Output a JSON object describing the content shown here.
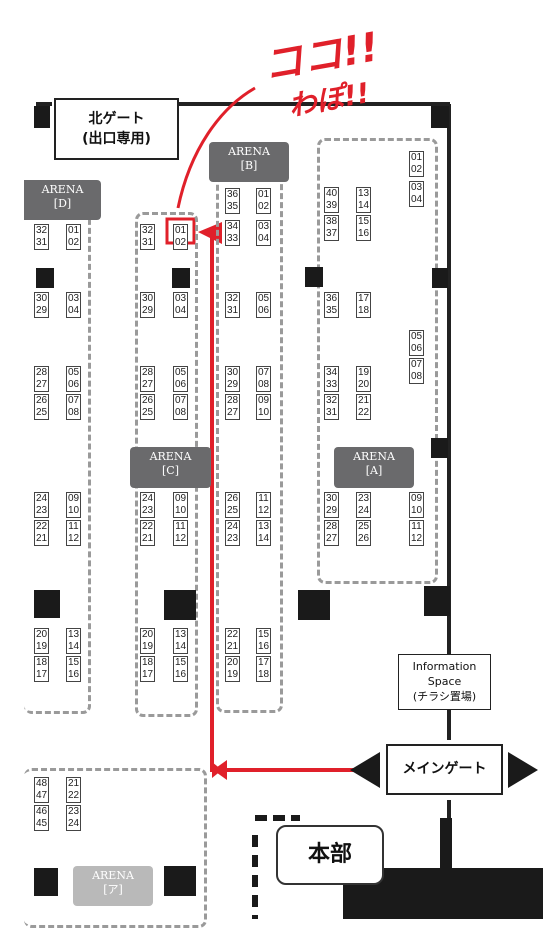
{
  "gates": {
    "north_line1": "北ゲート",
    "north_line2": "(出口専用)",
    "main": "メインゲート"
  },
  "info": {
    "line1": "Information",
    "line2": "Space",
    "line3": "(チラシ置場)"
  },
  "hq": "本部",
  "annotation": {
    "line1": "ココ!!",
    "line2": "わぽ!!"
  },
  "arenas": {
    "D": {
      "name": "ARENA",
      "code": "[D]"
    },
    "B": {
      "name": "ARENA",
      "code": "[B]"
    },
    "C": {
      "name": "ARENA",
      "code": "[C]"
    },
    "A": {
      "name": "ARENA",
      "code": "[A]"
    },
    "a": {
      "name": "ARENA",
      "code": "[ア]"
    }
  },
  "booths": [
    [
      "32",
      "31"
    ],
    [
      "01",
      "02"
    ],
    [
      "30",
      "29"
    ],
    [
      "03",
      "04"
    ],
    [
      "28",
      "27"
    ],
    [
      "05",
      "06"
    ],
    [
      "26",
      "25"
    ],
    [
      "07",
      "08"
    ],
    [
      "24",
      "23"
    ],
    [
      "09",
      "10"
    ],
    [
      "22",
      "21"
    ],
    [
      "11",
      "12"
    ],
    [
      "20",
      "19"
    ],
    [
      "13",
      "14"
    ],
    [
      "18",
      "17"
    ],
    [
      "15",
      "16"
    ],
    [
      "32",
      "31"
    ],
    [
      "01",
      "02"
    ],
    [
      "30",
      "29"
    ],
    [
      "03",
      "04"
    ],
    [
      "28",
      "27"
    ],
    [
      "05",
      "06"
    ],
    [
      "26",
      "25"
    ],
    [
      "07",
      "08"
    ],
    [
      "24",
      "23"
    ],
    [
      "09",
      "10"
    ],
    [
      "22",
      "21"
    ],
    [
      "11",
      "12"
    ],
    [
      "20",
      "19"
    ],
    [
      "13",
      "14"
    ],
    [
      "18",
      "17"
    ],
    [
      "15",
      "16"
    ],
    [
      "36",
      "35"
    ],
    [
      "01",
      "02"
    ],
    [
      "34",
      "33"
    ],
    [
      "03",
      "04"
    ],
    [
      "32",
      "31"
    ],
    [
      "05",
      "06"
    ],
    [
      "30",
      "29"
    ],
    [
      "07",
      "08"
    ],
    [
      "28",
      "27"
    ],
    [
      "09",
      "10"
    ],
    [
      "26",
      "25"
    ],
    [
      "11",
      "12"
    ],
    [
      "24",
      "23"
    ],
    [
      "13",
      "14"
    ],
    [
      "22",
      "21"
    ],
    [
      "15",
      "16"
    ],
    [
      "20",
      "19"
    ],
    [
      "17",
      "18"
    ],
    [
      "01",
      "02"
    ],
    [
      "03",
      "04"
    ],
    [
      "40",
      "39"
    ],
    [
      "13",
      "14"
    ],
    [
      "38",
      "37"
    ],
    [
      "15",
      "16"
    ],
    [
      "36",
      "35"
    ],
    [
      "17",
      "18"
    ],
    [
      "05",
      "06"
    ],
    [
      "07",
      "08"
    ],
    [
      "34",
      "33"
    ],
    [
      "19",
      "20"
    ],
    [
      "32",
      "31"
    ],
    [
      "21",
      "22"
    ],
    [
      "30",
      "29"
    ],
    [
      "23",
      "24"
    ],
    [
      "28",
      "27"
    ],
    [
      "25",
      "26"
    ],
    [
      "09",
      "10"
    ],
    [
      "11",
      "12"
    ],
    [
      "48",
      "47"
    ],
    [
      "21",
      "22"
    ],
    [
      "46",
      "45"
    ],
    [
      "23",
      "24"
    ]
  ]
}
